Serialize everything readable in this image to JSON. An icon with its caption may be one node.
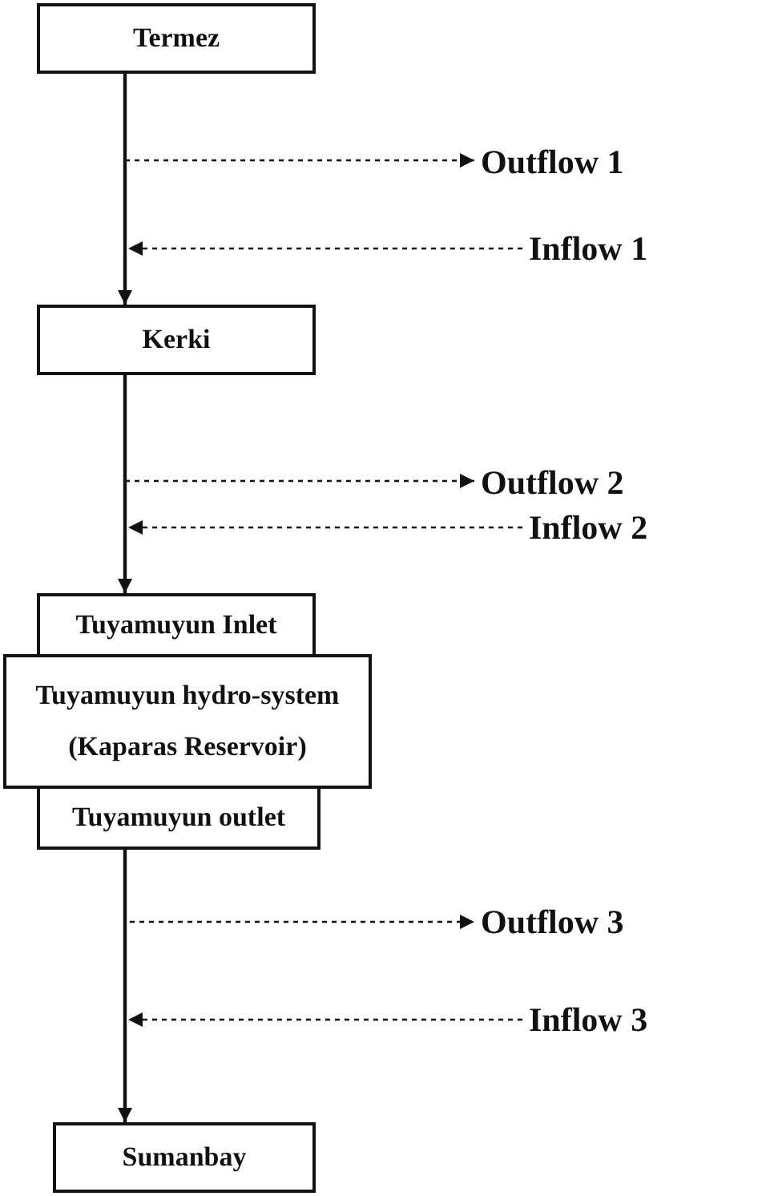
{
  "diagram": {
    "nodes": [
      {
        "text": [
          "Termez"
        ]
      },
      {
        "text": [
          "Outflow 1"
        ]
      },
      {
        "text": [
          "Inflow 1"
        ]
      },
      {
        "text": [
          "Kerki"
        ]
      },
      {
        "text": [
          "Outflow 2"
        ]
      },
      {
        "text": [
          "Inflow 2"
        ]
      },
      {
        "text": [
          "Tuyamuyun Inlet"
        ]
      },
      {
        "text": [
          "Tuyamuyun hydro-system (Kaparas Reservoir)"
        ]
      },
      {
        "text": [
          "Tuyamuyun outlet"
        ]
      },
      {
        "text": [
          "Outflow 3"
        ]
      },
      {
        "text": [
          "Inflow 3"
        ]
      },
      {
        "text": [
          "Sumanbay"
        ]
      }
    ],
    "edges": [
      {
        "from": 0,
        "to": 3,
        "arrow": "to"
      },
      {
        "from": 0,
        "to": 1,
        "arrow": "to",
        "style": "dashed"
      },
      {
        "from": 2,
        "to": 3,
        "arrow": "to",
        "style": "dashed"
      },
      {
        "from": 3,
        "to": 6,
        "arrow": "to"
      },
      {
        "from": 3,
        "to": 4,
        "arrow": "to",
        "style": "dashed"
      },
      {
        "from": 5,
        "to": 6,
        "arrow": "to",
        "style": "dashed"
      },
      {
        "from": 8,
        "to": 11,
        "arrow": "to"
      },
      {
        "from": 8,
        "to": 9,
        "arrow": "to",
        "style": "dashed"
      },
      {
        "from": 10,
        "to": 11,
        "arrow": "to",
        "style": "dashed"
      }
    ]
  }
}
